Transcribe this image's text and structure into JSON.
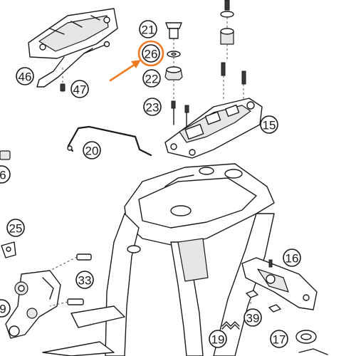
{
  "diagram": {
    "callouts": [
      {
        "id": "c21",
        "label": "21"
      },
      {
        "id": "c26",
        "label": "26"
      },
      {
        "id": "c22",
        "label": "22"
      },
      {
        "id": "c23",
        "label": "23"
      },
      {
        "id": "c15",
        "label": "15"
      },
      {
        "id": "c46",
        "label": "46"
      },
      {
        "id": "c47",
        "label": "47"
      },
      {
        "id": "c20",
        "label": "20"
      },
      {
        "id": "c6",
        "label": "6"
      },
      {
        "id": "c25",
        "label": "25"
      },
      {
        "id": "c16",
        "label": "16"
      },
      {
        "id": "c33",
        "label": "33"
      },
      {
        "id": "c9",
        "label": "9"
      },
      {
        "id": "c39",
        "label": "39"
      },
      {
        "id": "c19",
        "label": "19"
      },
      {
        "id": "c17",
        "label": "17"
      }
    ],
    "highlight": {
      "callout": "26",
      "color": "#f07a22"
    }
  }
}
